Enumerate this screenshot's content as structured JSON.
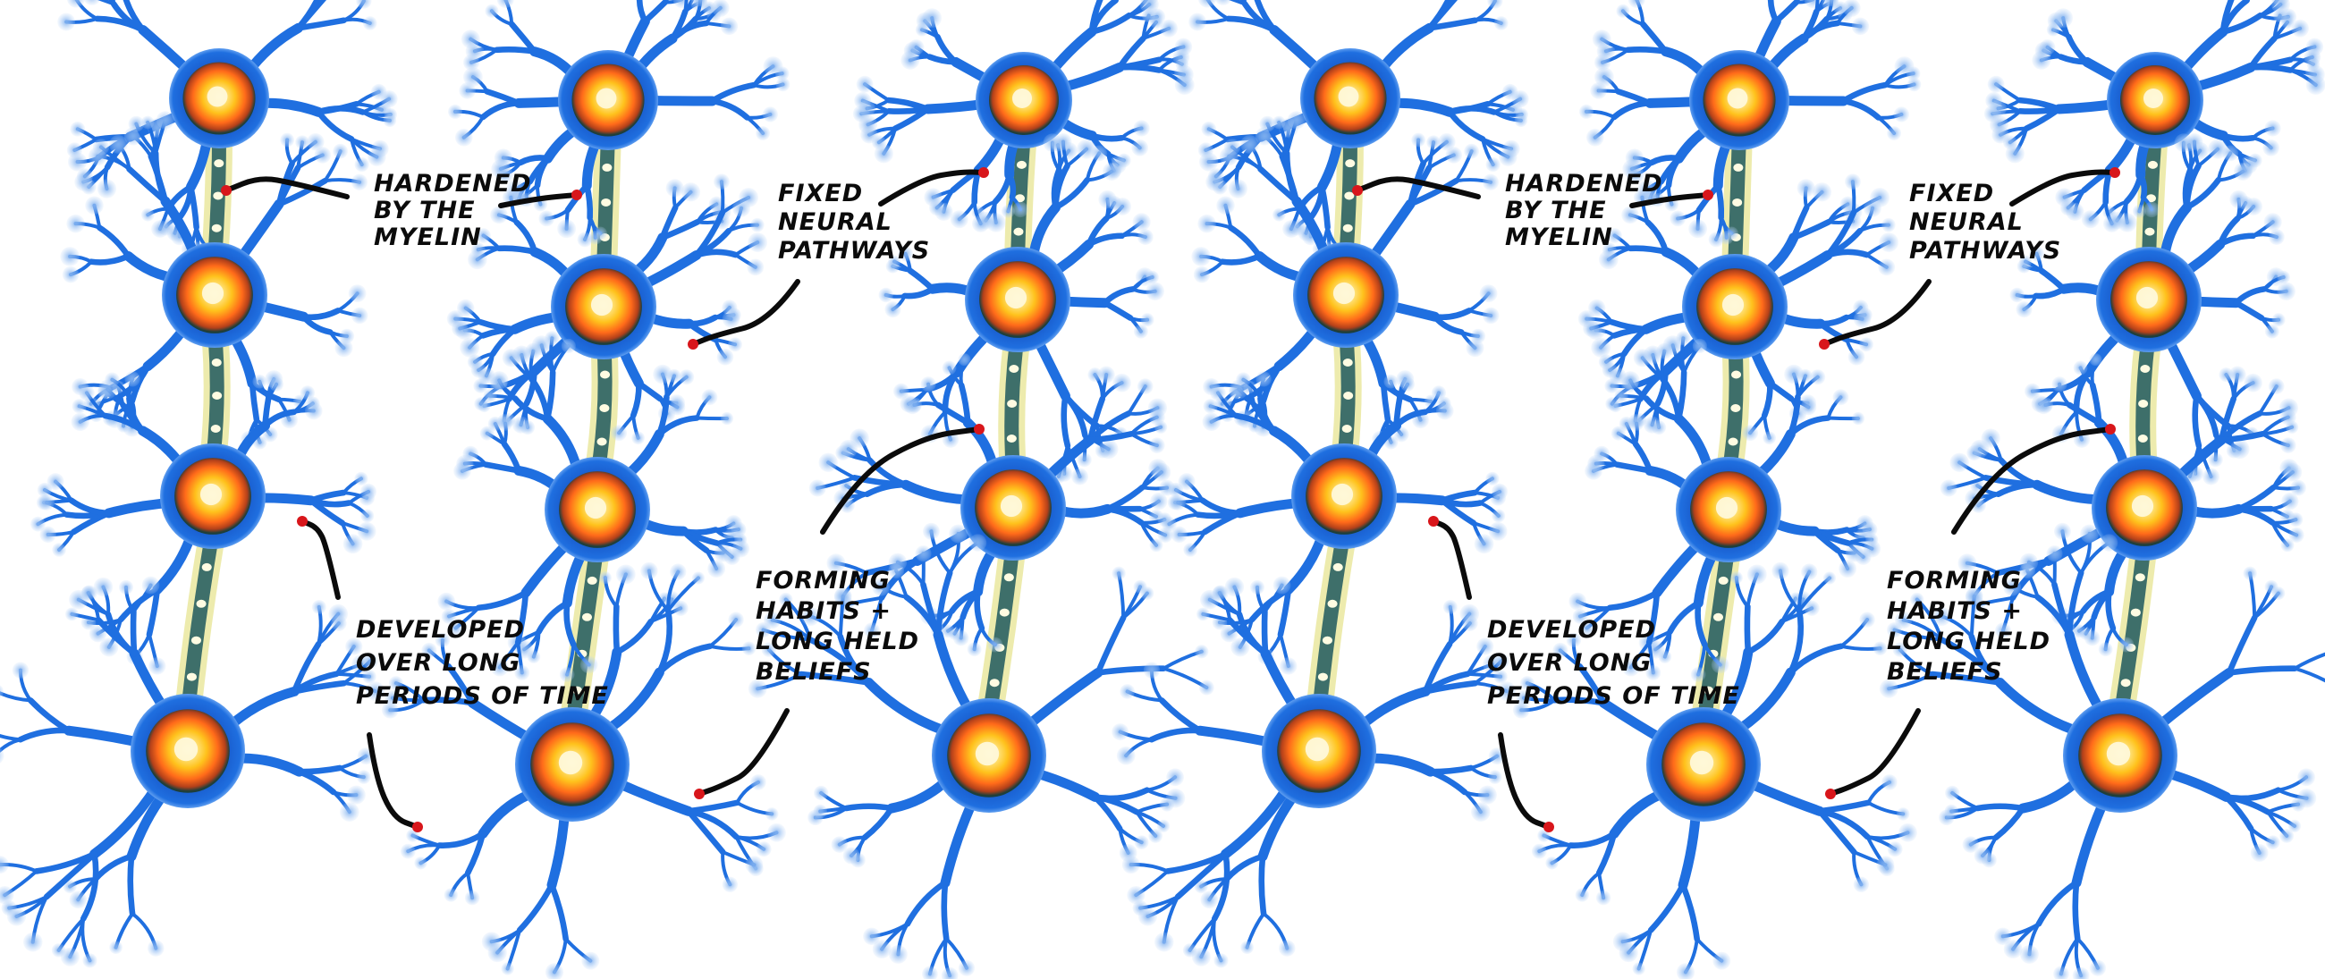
{
  "colors": {
    "background": "#ffffff",
    "dendrite": "#1f6fe0",
    "dendrite_tip": "#8fbaf0",
    "soma_ring": "#1a5fd0",
    "soma_dark": "#1e3f3a",
    "soma_orange": "#ff6a1a",
    "soma_yellow": "#ffc21c",
    "soma_core": "#fff8d8",
    "axon": "#3e6f6a",
    "myelin": "#d8d24a",
    "node": "#fffbe2",
    "leader_ink": "#0b0b0b",
    "marker": "#d8161b"
  },
  "panels": [
    {
      "annotations": [
        {
          "id": "hardened",
          "lines": [
            "HARDENED",
            "BY THE",
            "MYELIN"
          ]
        },
        {
          "id": "fixed",
          "lines": [
            "FIXED",
            "NEURAL",
            "PATHWAYS"
          ]
        },
        {
          "id": "developed",
          "lines": [
            "DEVELOPED",
            "OVER LONG",
            "PERIODS OF TIME"
          ]
        },
        {
          "id": "forming",
          "lines": [
            "FORMING",
            "HABITS +",
            "LONG HELD",
            "BELIEFS"
          ]
        }
      ]
    },
    {
      "annotations": [
        {
          "id": "hardened",
          "lines": [
            "HARDENED",
            "BY THE",
            "MYELIN"
          ]
        },
        {
          "id": "fixed",
          "lines": [
            "FIXED",
            "NEURAL",
            "PATHWAYS"
          ]
        },
        {
          "id": "developed",
          "lines": [
            "DEVELOPED",
            "OVER LONG",
            "PERIODS OF TIME"
          ]
        },
        {
          "id": "forming",
          "lines": [
            "FORMING",
            "HABITS +",
            "LONG HELD",
            "BELIEFS"
          ]
        }
      ]
    }
  ]
}
